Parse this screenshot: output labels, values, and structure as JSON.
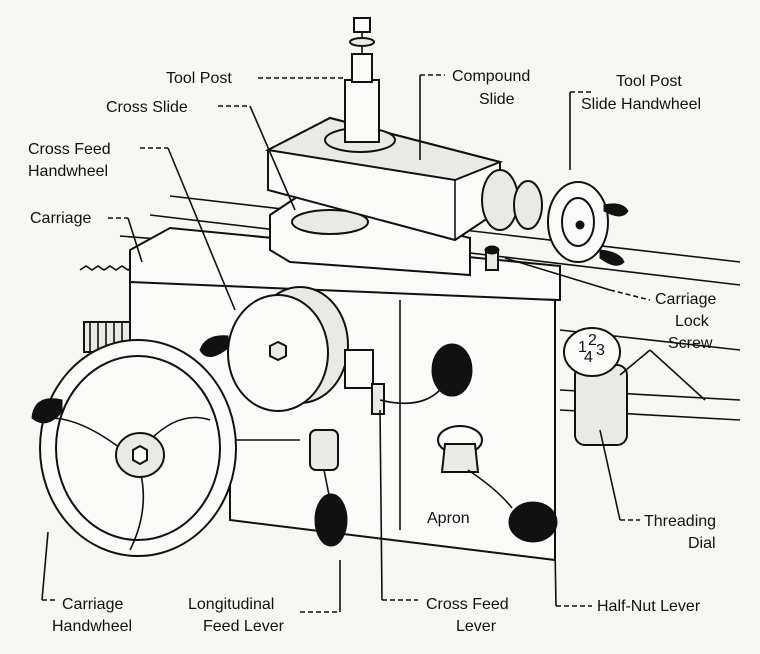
{
  "labels": {
    "tool_post": "Tool Post",
    "compound_slide_1": "Compound",
    "compound_slide_2": "Slide",
    "tool_post_handwheel_1": "Tool Post",
    "tool_post_handwheel_2": "Slide Handwheel",
    "cross_slide": "Cross Slide",
    "cross_feed_handwheel_1": "Cross Feed",
    "cross_feed_handwheel_2": "Handwheel",
    "carriage": "Carriage",
    "carriage_lock_screw_1": "Carriage",
    "carriage_lock_screw_2": "Lock",
    "carriage_lock_screw_3": "Screw",
    "threading_dial_1": "Threading",
    "threading_dial_2": "Dial",
    "apron": "Apron",
    "carriage_handwheel_1": "Carriage",
    "carriage_handwheel_2": "Handwheel",
    "longitudinal_feed_lever_1": "Longitudinal",
    "longitudinal_feed_lever_2": "Feed Lever",
    "cross_feed_lever_1": "Cross Feed",
    "cross_feed_lever_2": "Lever",
    "half_nut_lever": "Half-Nut Lever"
  },
  "dial_numbers": [
    "1",
    "2",
    "3",
    "4"
  ]
}
